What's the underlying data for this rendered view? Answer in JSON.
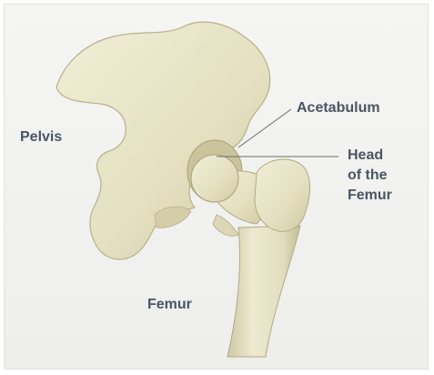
{
  "labels": {
    "pelvis": "Pelvis",
    "acetabulum": "Acetabulum",
    "head_line1": "Head",
    "head_line2": "of the",
    "head_line3": "Femur",
    "femur": "Femur"
  },
  "colors": {
    "background": "#f0f0ee",
    "bone": "#e9e5c8",
    "bone_shadow": "#bfb893",
    "label_text": "#4b5563",
    "leader_line": "#6b6f6a"
  }
}
